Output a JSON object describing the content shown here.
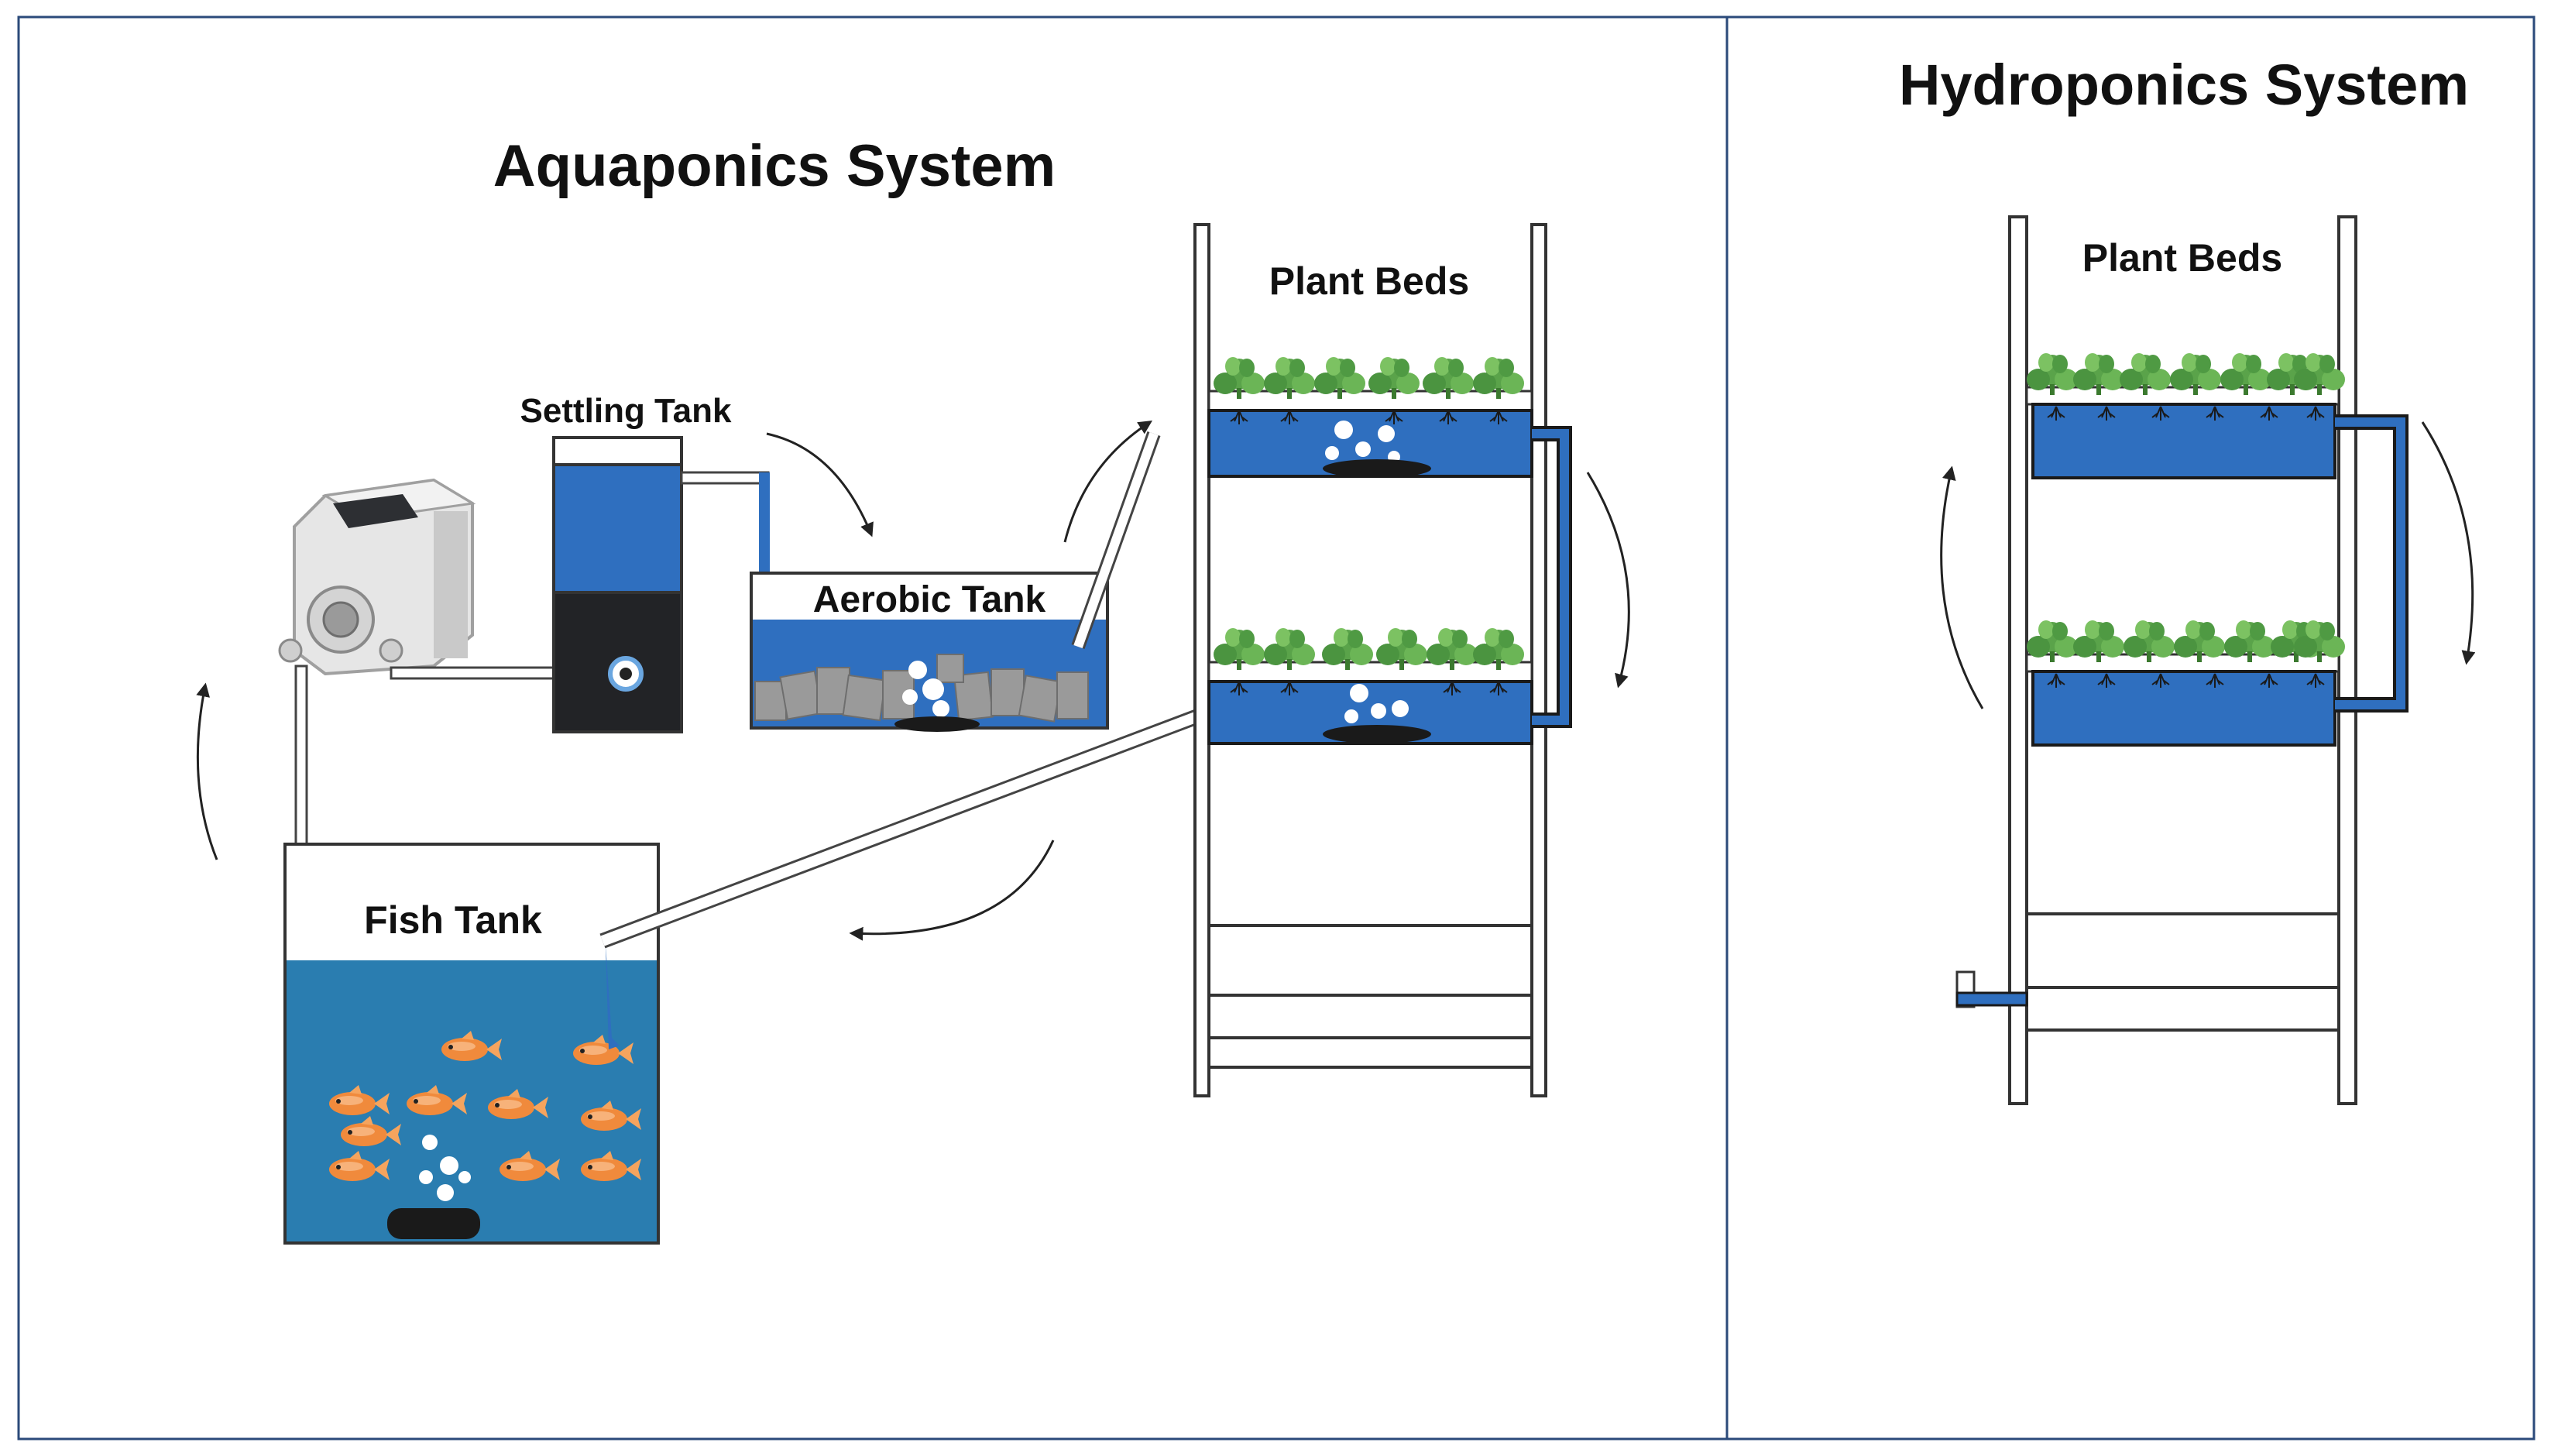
{
  "aquaponics": {
    "title": "Aquaponics System",
    "settling_tank": "Settling Tank",
    "aerobic_tank": "Aerobic Tank",
    "plant_beds": "Plant Beds",
    "fish_tank": "Fish Tank"
  },
  "hydroponics": {
    "title": "Hydroponics System",
    "plant_beds": "Plant Beds"
  },
  "colors": {
    "frame_border": "#2b4a7a",
    "water": "#2f6fbf",
    "fish_water": "#2a7db0",
    "plant": "#5aa34a",
    "fish": "#f08a3c",
    "media": "#9a9a9a"
  }
}
